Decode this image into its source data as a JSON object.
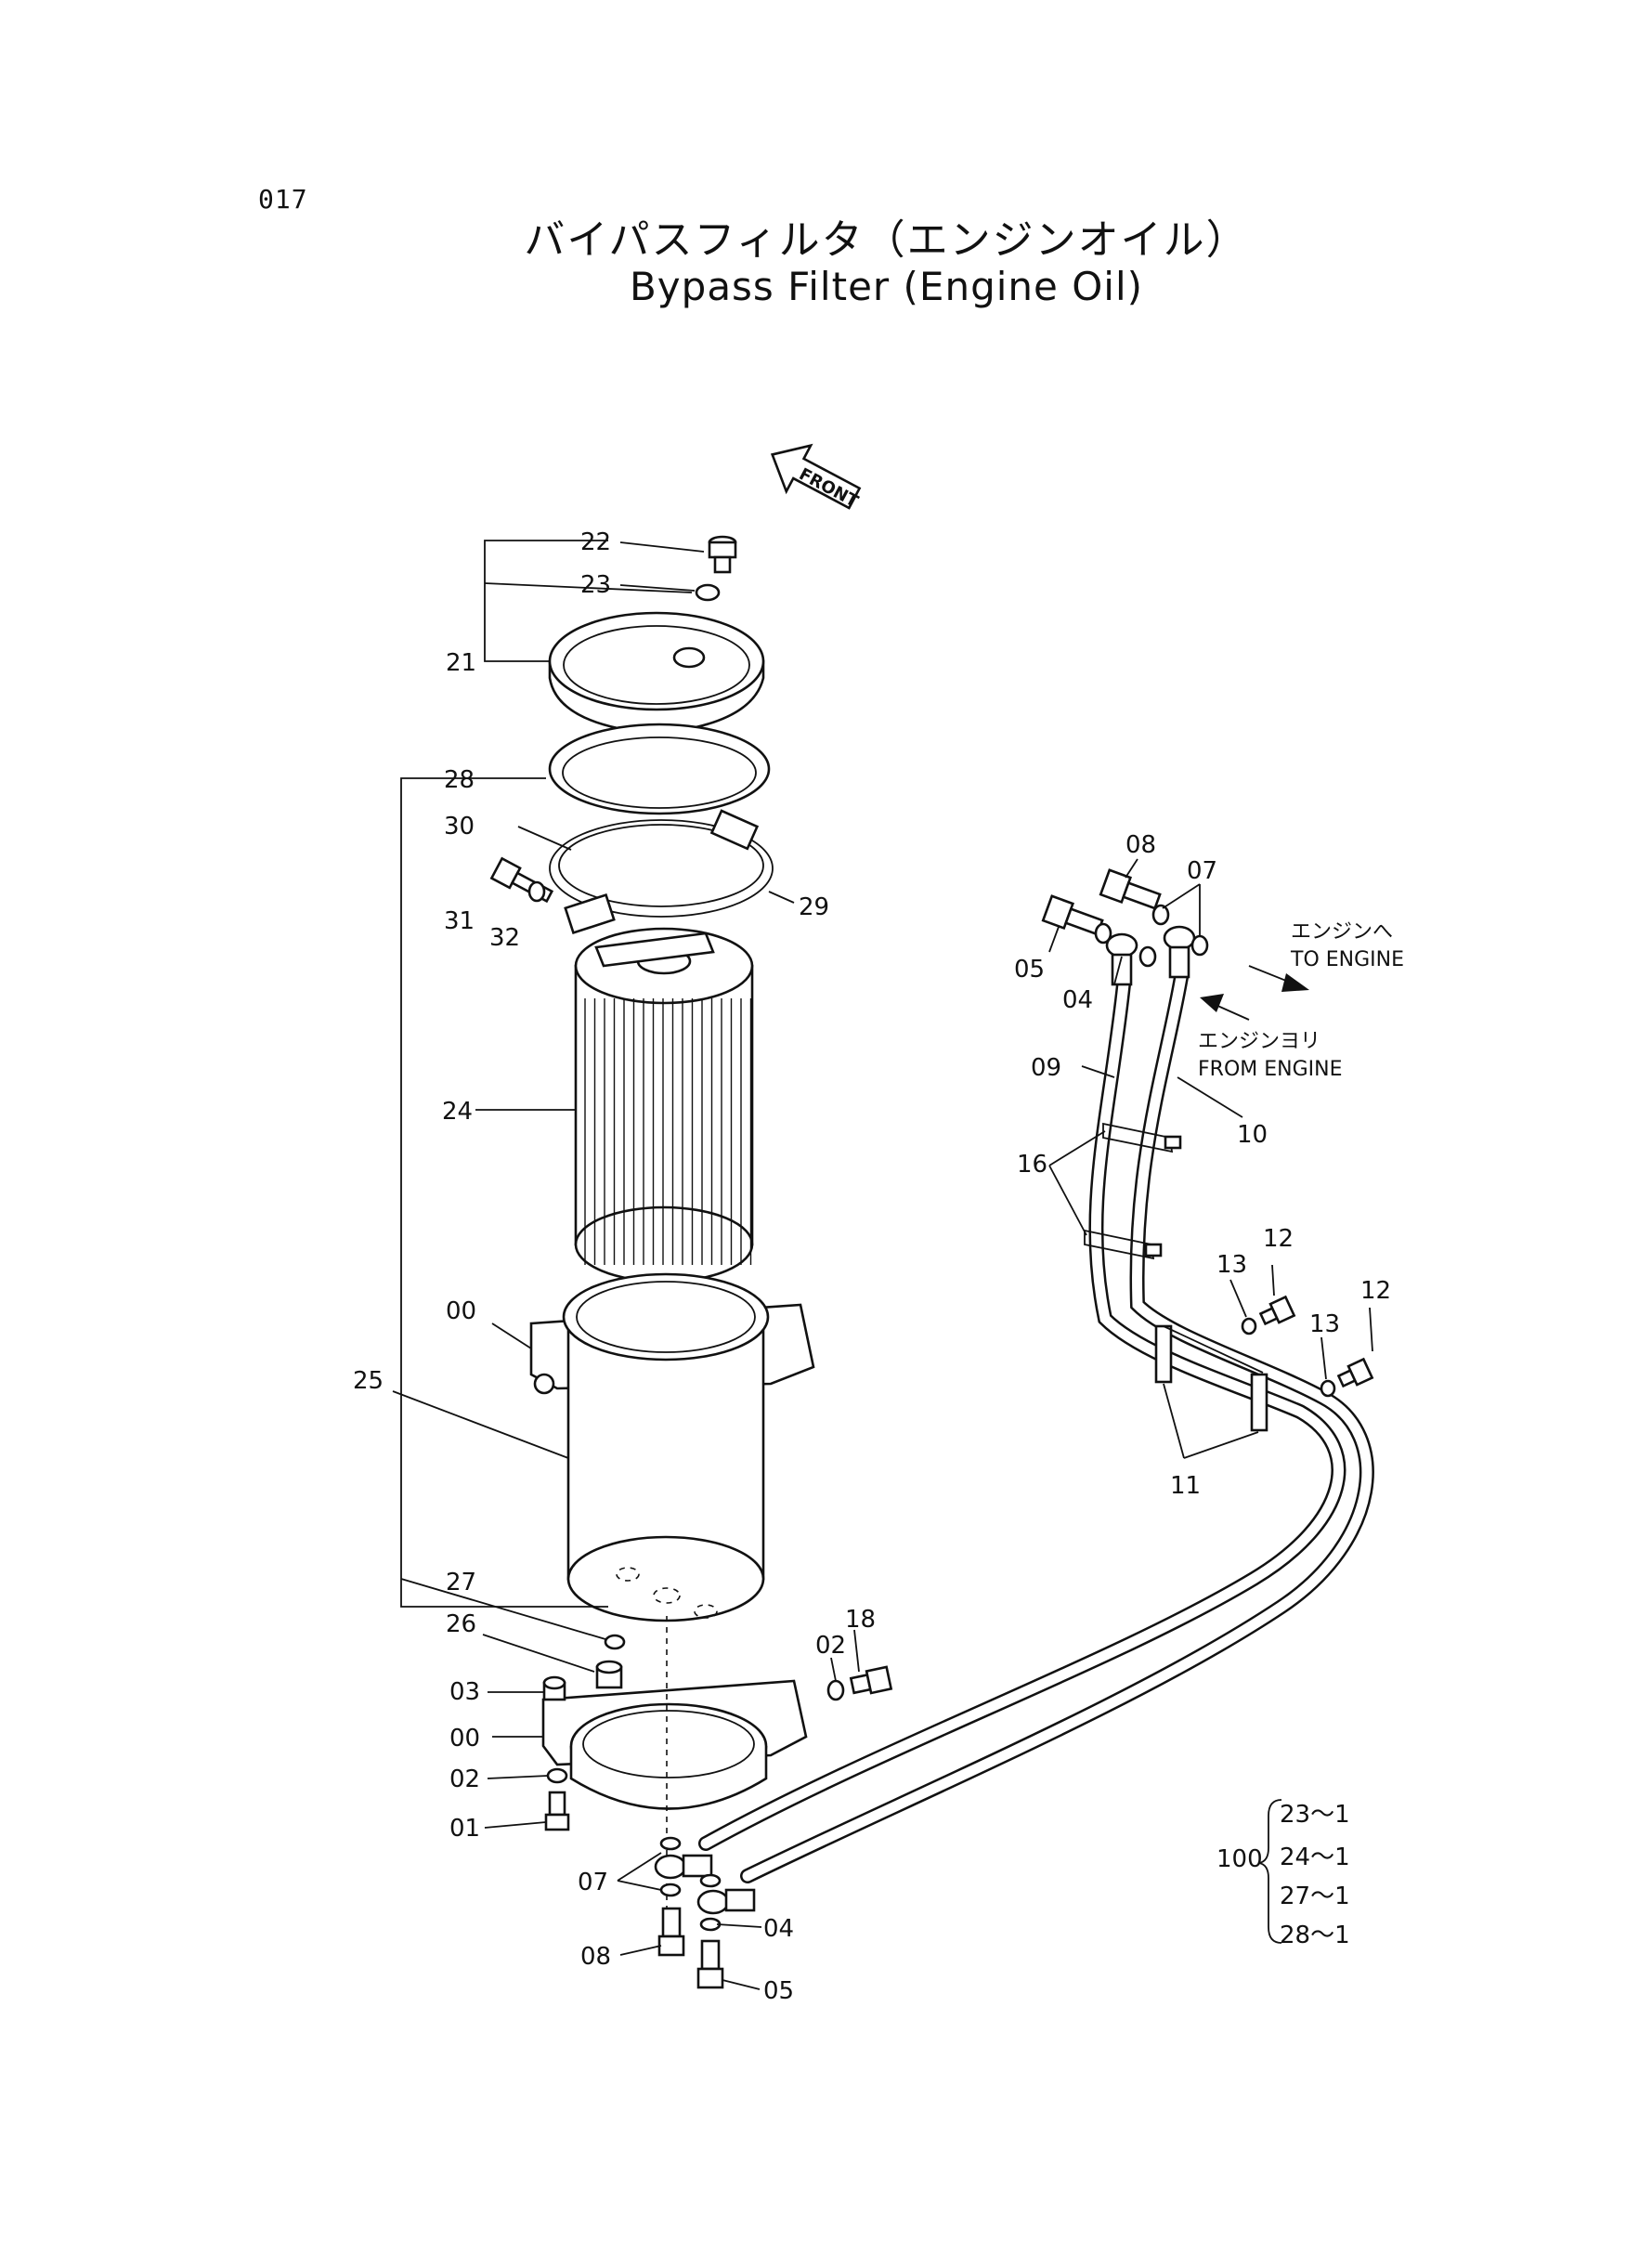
{
  "page_number": "017",
  "title_jp": "バイパスフィルタ（エンジンオイル）",
  "title_en": "Bypass Filter (Engine Oil)",
  "front_label": "FRONT",
  "to_engine": {
    "jp": "エンジンへ",
    "en": "TO ENGINE"
  },
  "from_engine": {
    "jp": "エンジンヨリ",
    "en": "FROM ENGINE"
  },
  "callouts": {
    "c22": "22",
    "c23": "23",
    "c21": "21",
    "c28": "28",
    "c30": "30",
    "c29": "29",
    "c31": "31",
    "c32": "32",
    "c24": "24",
    "c00a": "00",
    "c25": "25",
    "c27": "27",
    "c26": "26",
    "c03": "03",
    "c00b": "00",
    "c02a": "02",
    "c01": "01",
    "c02b": "02",
    "c18": "18",
    "c07a": "07",
    "c04a": "04",
    "c08a": "08",
    "c05a": "05",
    "c08b": "08",
    "c07b": "07",
    "c05b": "05",
    "c04b": "04",
    "c09": "09",
    "c10": "10",
    "c16": "16",
    "c13a": "13",
    "c12a": "12",
    "c13b": "13",
    "c12b": "12",
    "c11": "11"
  },
  "kit": {
    "number": "100",
    "items": [
      "23～1",
      "24～1",
      "27～1",
      "28～1"
    ]
  }
}
